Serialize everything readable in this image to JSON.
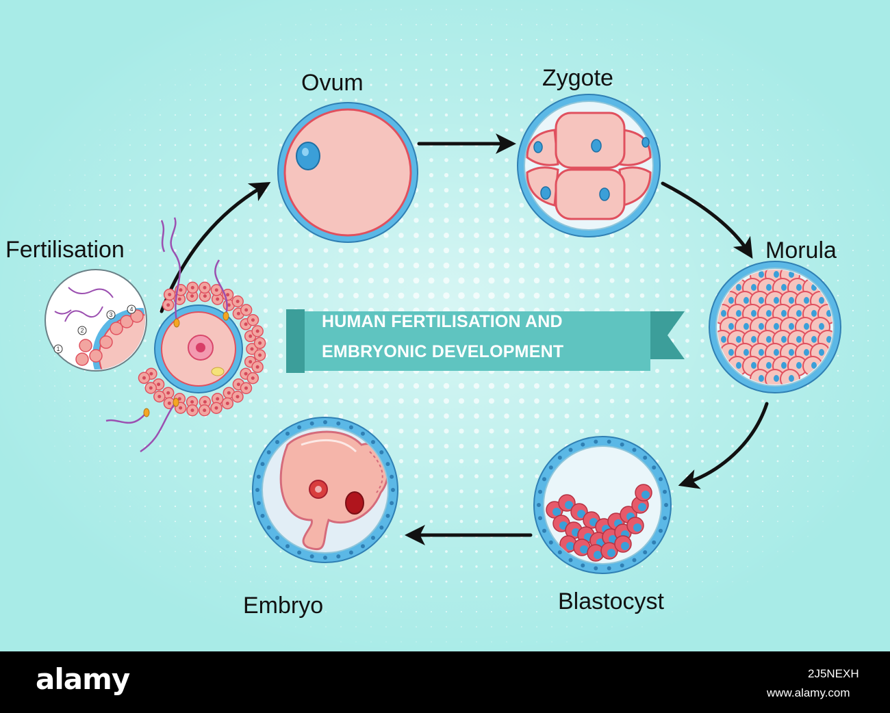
{
  "diagram": {
    "title_lines": [
      "HUMAN FERTILISATION AND",
      "EMBRYONIC DEVELOPMENT"
    ],
    "stages": [
      {
        "id": "fertilisation",
        "label": "Fertilisation"
      },
      {
        "id": "ovum",
        "label": "Ovum"
      },
      {
        "id": "zygote",
        "label": "Zygote"
      },
      {
        "id": "morula",
        "label": "Morula"
      },
      {
        "id": "blastocyst",
        "label": "Blastocyst"
      },
      {
        "id": "embryo",
        "label": "Embryo"
      }
    ],
    "flow_order": [
      "fertilisation",
      "ovum",
      "zygote",
      "morula",
      "blastocyst",
      "embryo"
    ],
    "fertilisation_inset_markers": [
      "1",
      "2",
      "3",
      "4"
    ]
  },
  "watermark": {
    "text": "alamy",
    "image_id": "2J5NEXH",
    "url": "www.alamy.com"
  },
  "colors": {
    "background": "#a8ebe7",
    "dots": "#ffffff",
    "cell_fill": "#f6c4be",
    "cell_outline": "#e0505e",
    "nucleus": "#3b9fd8",
    "membrane": "#5bb8e6",
    "banner": "#5fc4c0",
    "banner_dark": "#3c9e9a",
    "arrow": "#111111",
    "footer": "#000000"
  }
}
